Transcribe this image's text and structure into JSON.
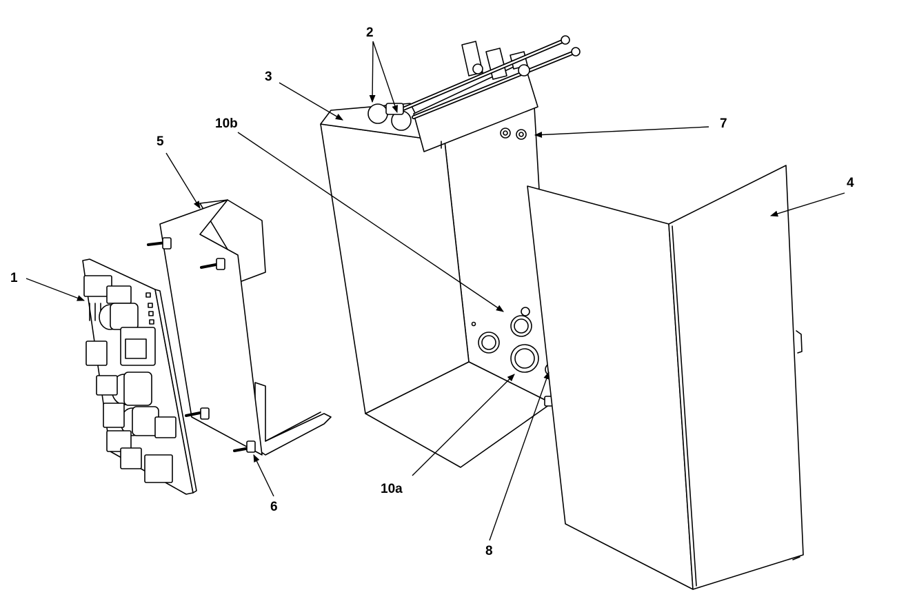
{
  "diagram": {
    "callouts": {
      "c1": "1",
      "c2": "2",
      "c3": "3",
      "c4": "4",
      "c5": "5",
      "c6": "6",
      "c7": "7",
      "c8": "8",
      "c10a": "10a",
      "c10b": "10b"
    },
    "colors": {
      "line": "#000000",
      "fill": "#ffffff",
      "shade": "#e8e8e8"
    }
  }
}
